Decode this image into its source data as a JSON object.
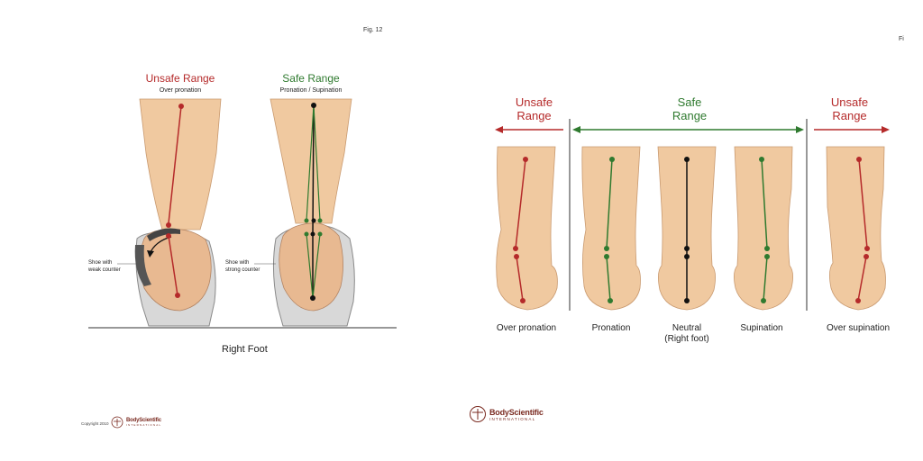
{
  "colors": {
    "unsafe": "#b52a2a",
    "safe": "#2f7a2f",
    "neutral": "#111111",
    "skin": "#f0c9a0",
    "shoe": "#c9c9c9"
  },
  "left_panel": {
    "fig_label": "Fig. 12",
    "unsafe_title": "Unsafe Range",
    "unsafe_sub": "Over pronation",
    "safe_title": "Safe Range",
    "safe_sub": "Pronation / Supination",
    "callout_weak": [
      "Shoe with",
      "weak counter"
    ],
    "callout_strong": [
      "Shoe with",
      "strong counter"
    ],
    "footer_title": "Right Foot",
    "copyright": "Copyright 2010",
    "logo_word": "BodyScientific",
    "logo_sub": "INTERNATIONAL"
  },
  "right_panel": {
    "fig_label": "Fi",
    "unsafe_left": [
      "Unsafe",
      "Range"
    ],
    "safe": [
      "Safe",
      "Range"
    ],
    "unsafe_right": [
      "Unsafe",
      "Range"
    ],
    "captions": [
      {
        "line1": "Over pronation",
        "line2": ""
      },
      {
        "line1": "Pronation",
        "line2": ""
      },
      {
        "line1": "Neutral",
        "line2": "(Right foot)"
      },
      {
        "line1": "Supination",
        "line2": ""
      },
      {
        "line1": "Over supination",
        "line2": ""
      }
    ],
    "logo_word": "BodyScientific",
    "logo_sub": "INTERNATIONAL"
  }
}
